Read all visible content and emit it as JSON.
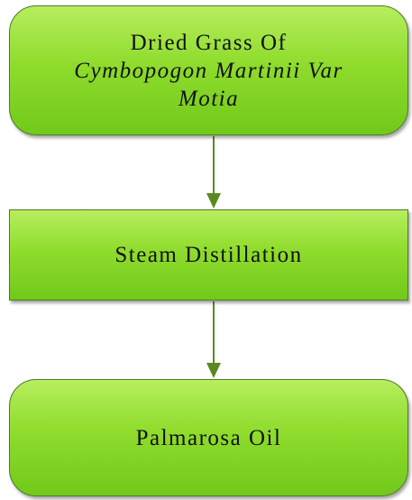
{
  "diagram": {
    "type": "flowchart",
    "nodes": [
      {
        "id": "node-1",
        "shape": "rounded-rectangle",
        "lines": [
          {
            "text": "Dried Grass Of",
            "italic": false
          },
          {
            "text": "Cymbopogon Martinii Var",
            "italic": true
          },
          {
            "text": "Motia",
            "italic": true
          }
        ]
      },
      {
        "id": "node-2",
        "shape": "rectangle",
        "lines": [
          {
            "text": "Steam Distillation",
            "italic": false
          }
        ]
      },
      {
        "id": "node-3",
        "shape": "rounded-rectangle",
        "lines": [
          {
            "text": "Palmarosa Oil",
            "italic": false
          }
        ]
      }
    ],
    "edges": [
      {
        "from": "node-1",
        "to": "node-2"
      },
      {
        "from": "node-2",
        "to": "node-3"
      }
    ],
    "colors": {
      "node_fill_top": "#b7ee5e",
      "node_fill_bottom": "#71c91a",
      "node_border": "#4f7a28",
      "arrow": "#5a8a1f",
      "text": "#111111"
    }
  }
}
